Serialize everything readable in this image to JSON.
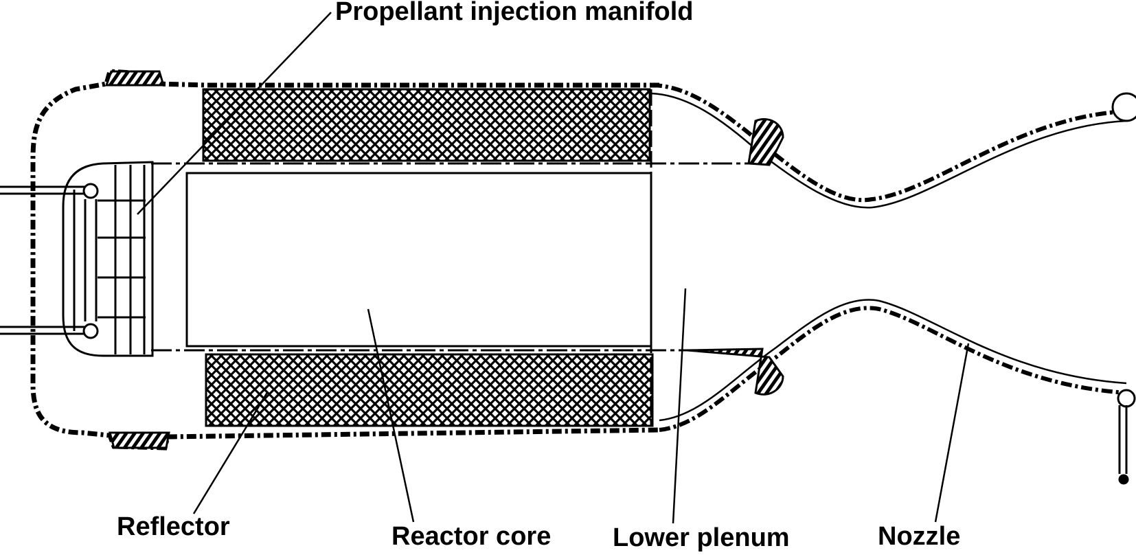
{
  "labels": {
    "propellant_injection_manifold": "Propellant injection manifold",
    "reflector": "Reflector",
    "reactor_core": "Reactor core",
    "lower_plenum": "Lower plenum",
    "nozzle": "Nozzle"
  },
  "colors": {
    "ink": "#000000",
    "background": "#ffffff"
  }
}
